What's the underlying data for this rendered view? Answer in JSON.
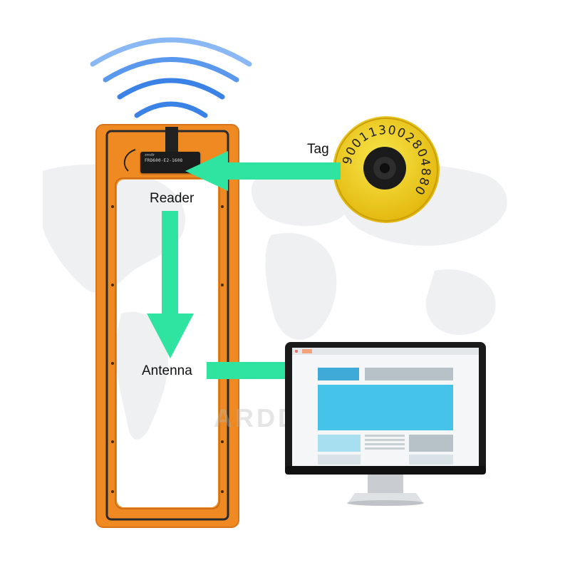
{
  "labels": {
    "tag": "Tag",
    "reader": "Reader",
    "antenna": "Antenna"
  },
  "reader_device": {
    "model_text": "FRD600-E2-1608",
    "brand_text": "zmdlr"
  },
  "tag_device": {
    "number_top": "9001130028",
    "number_bottom": "04880",
    "color": "#f2d21a"
  },
  "watermark": {
    "text": "ARDD"
  },
  "colors": {
    "arrow": "#2fe3a0",
    "antenna_frame": "#ef8a22",
    "wifi": "#3a82e6",
    "screen_accent": "#45c3e8"
  }
}
